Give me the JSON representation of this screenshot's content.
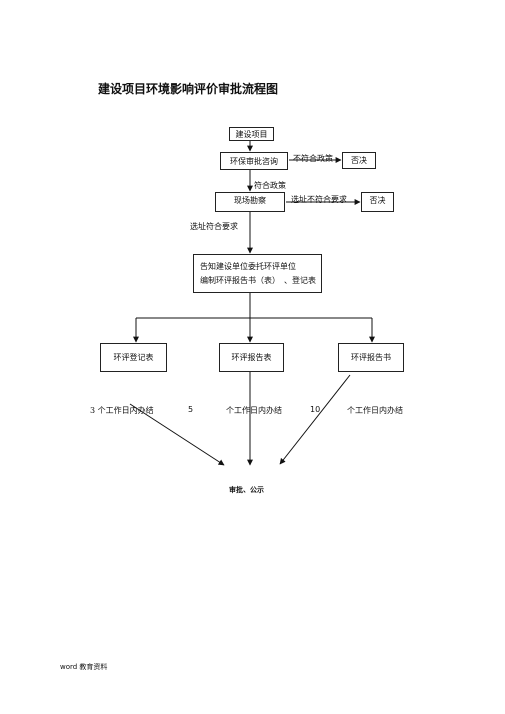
{
  "title": "建设项目环境影响评价审批流程图",
  "nodes": {
    "project": "建设项目",
    "consult": "环保审批咨询",
    "reject1": "否决",
    "survey": "现场勘察",
    "reject2": "否决",
    "notify_line1": "告知建设单位委托环评单位",
    "notify_line2": "编制环评报告书（表）　、登记表",
    "registration": "环评登记表",
    "report_form": "环评报告表",
    "report_book": "环评报告书",
    "approval": "审批、公示"
  },
  "edge_labels": {
    "not_policy": "不符合政策",
    "policy_ok": "符合政策",
    "site_bad": "选址不符合要求",
    "site_ok": "选址符合要求"
  },
  "durations": {
    "d1": "3 个工作日内办结",
    "d2_num": "5",
    "d2_text": "个工作日内办结",
    "d3_num": "10",
    "d3_text": "个工作日内办结"
  },
  "footer": "word 教育资料"
}
